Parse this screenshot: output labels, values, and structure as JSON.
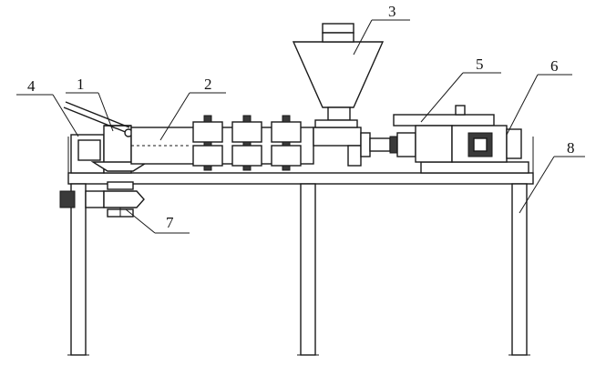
{
  "labels": [
    {
      "id": "label-1",
      "text": "1"
    },
    {
      "id": "label-2",
      "text": "2"
    },
    {
      "id": "label-3",
      "text": "3"
    },
    {
      "id": "label-4",
      "text": "4"
    },
    {
      "id": "label-5",
      "text": "5"
    },
    {
      "id": "label-6",
      "text": "6"
    },
    {
      "id": "label-7",
      "text": "7"
    },
    {
      "id": "label-8",
      "text": "8"
    }
  ]
}
